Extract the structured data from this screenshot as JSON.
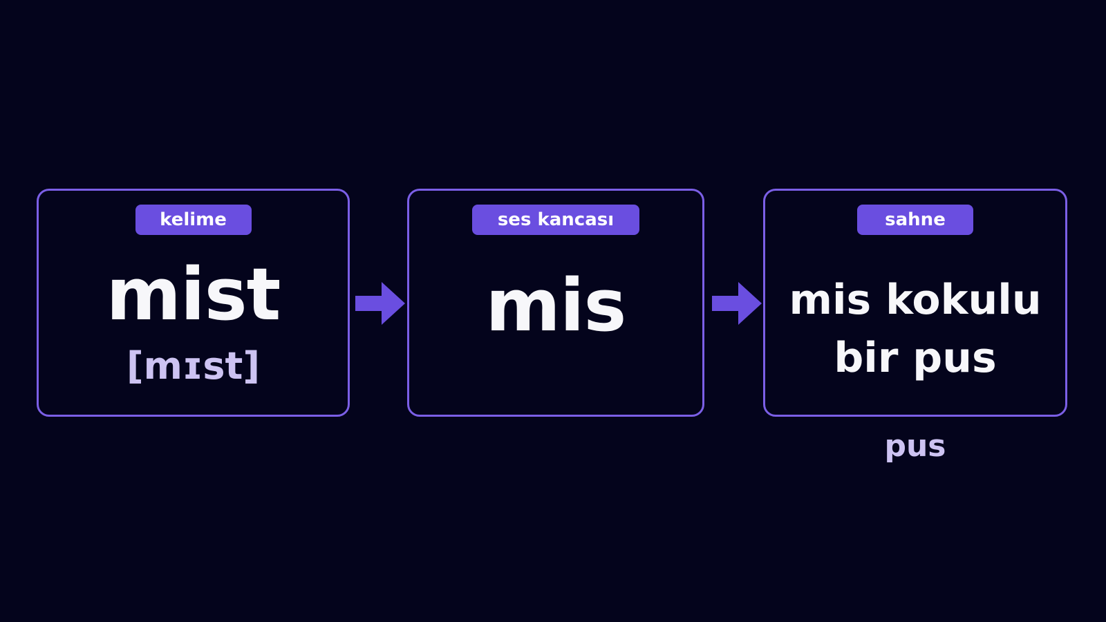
{
  "colors": {
    "background": "#04041c",
    "accent": "#6a4ee0",
    "border": "#7b5fe6",
    "text": "#f7f7fa",
    "secondary_text": "#cdc3f2"
  },
  "cards": [
    {
      "badge": "kelime",
      "main": "mist",
      "sub": "[mɪst]"
    },
    {
      "badge": "ses kancası",
      "main": "mis"
    },
    {
      "badge": "sahne",
      "lines": [
        "mis kokulu",
        "bir pus"
      ]
    }
  ],
  "caption": "pus",
  "icons": [
    "arrow-right-icon",
    "arrow-right-icon"
  ]
}
